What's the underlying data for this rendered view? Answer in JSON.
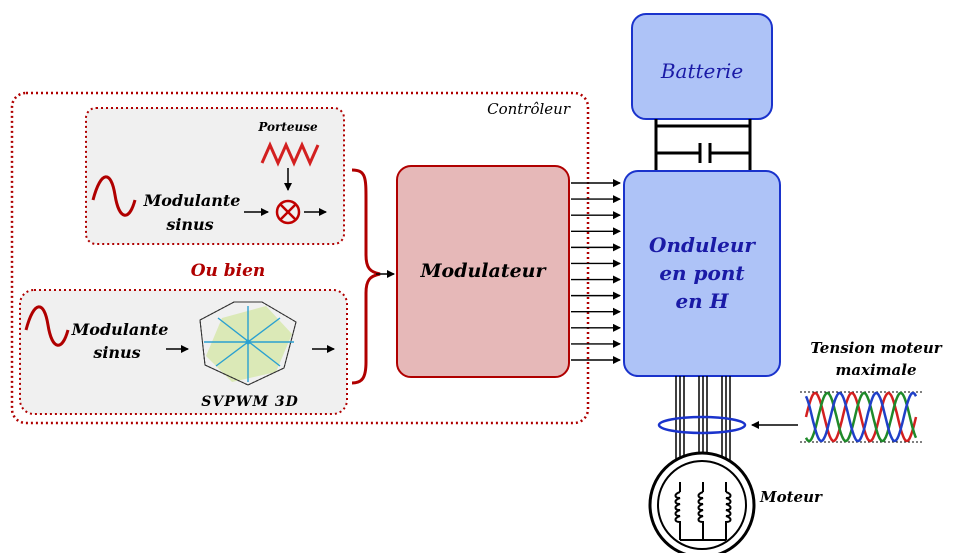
{
  "labels": {
    "controleur": "Contrôleur",
    "porteuse": "Porteuse",
    "modulante_line1": "Modulante",
    "modulante_line2": "sinus",
    "ou_bien": "Ou bien",
    "svpwm": "SVPWM 3D",
    "modulateur": "Modulateur",
    "batterie": "Batterie",
    "onduleur_line1": "Onduleur",
    "onduleur_line2": "en pont",
    "onduleur_line3": "en H",
    "tension_line1": "Tension moteur",
    "tension_line2": "maximale",
    "moteur": "Moteur"
  },
  "colors": {
    "dark_red": "#b00000",
    "modulateur_fill": "#e6b8b8",
    "blue_fill": "#aec3f7",
    "blue_stroke": "#1a33cc",
    "blue_text": "#1a1aa6",
    "panel_fill": "#f0f0f0",
    "wave_red": "#d32020",
    "wave_green": "#1f8a2a",
    "wave_blue": "#2040c8"
  },
  "icons": {
    "sine": "sine-wave-icon",
    "triangle": "triangle-carrier-icon",
    "multiplier": "multiplier-icon",
    "hexagon": "svpwm-hexagon-icon",
    "capacitor": "capacitor-icon",
    "current_sensor": "current-sensor-ring-icon",
    "three_phase": "three-phase-wave-icon",
    "motor": "motor-icon"
  },
  "pwm_signal_count": 12
}
